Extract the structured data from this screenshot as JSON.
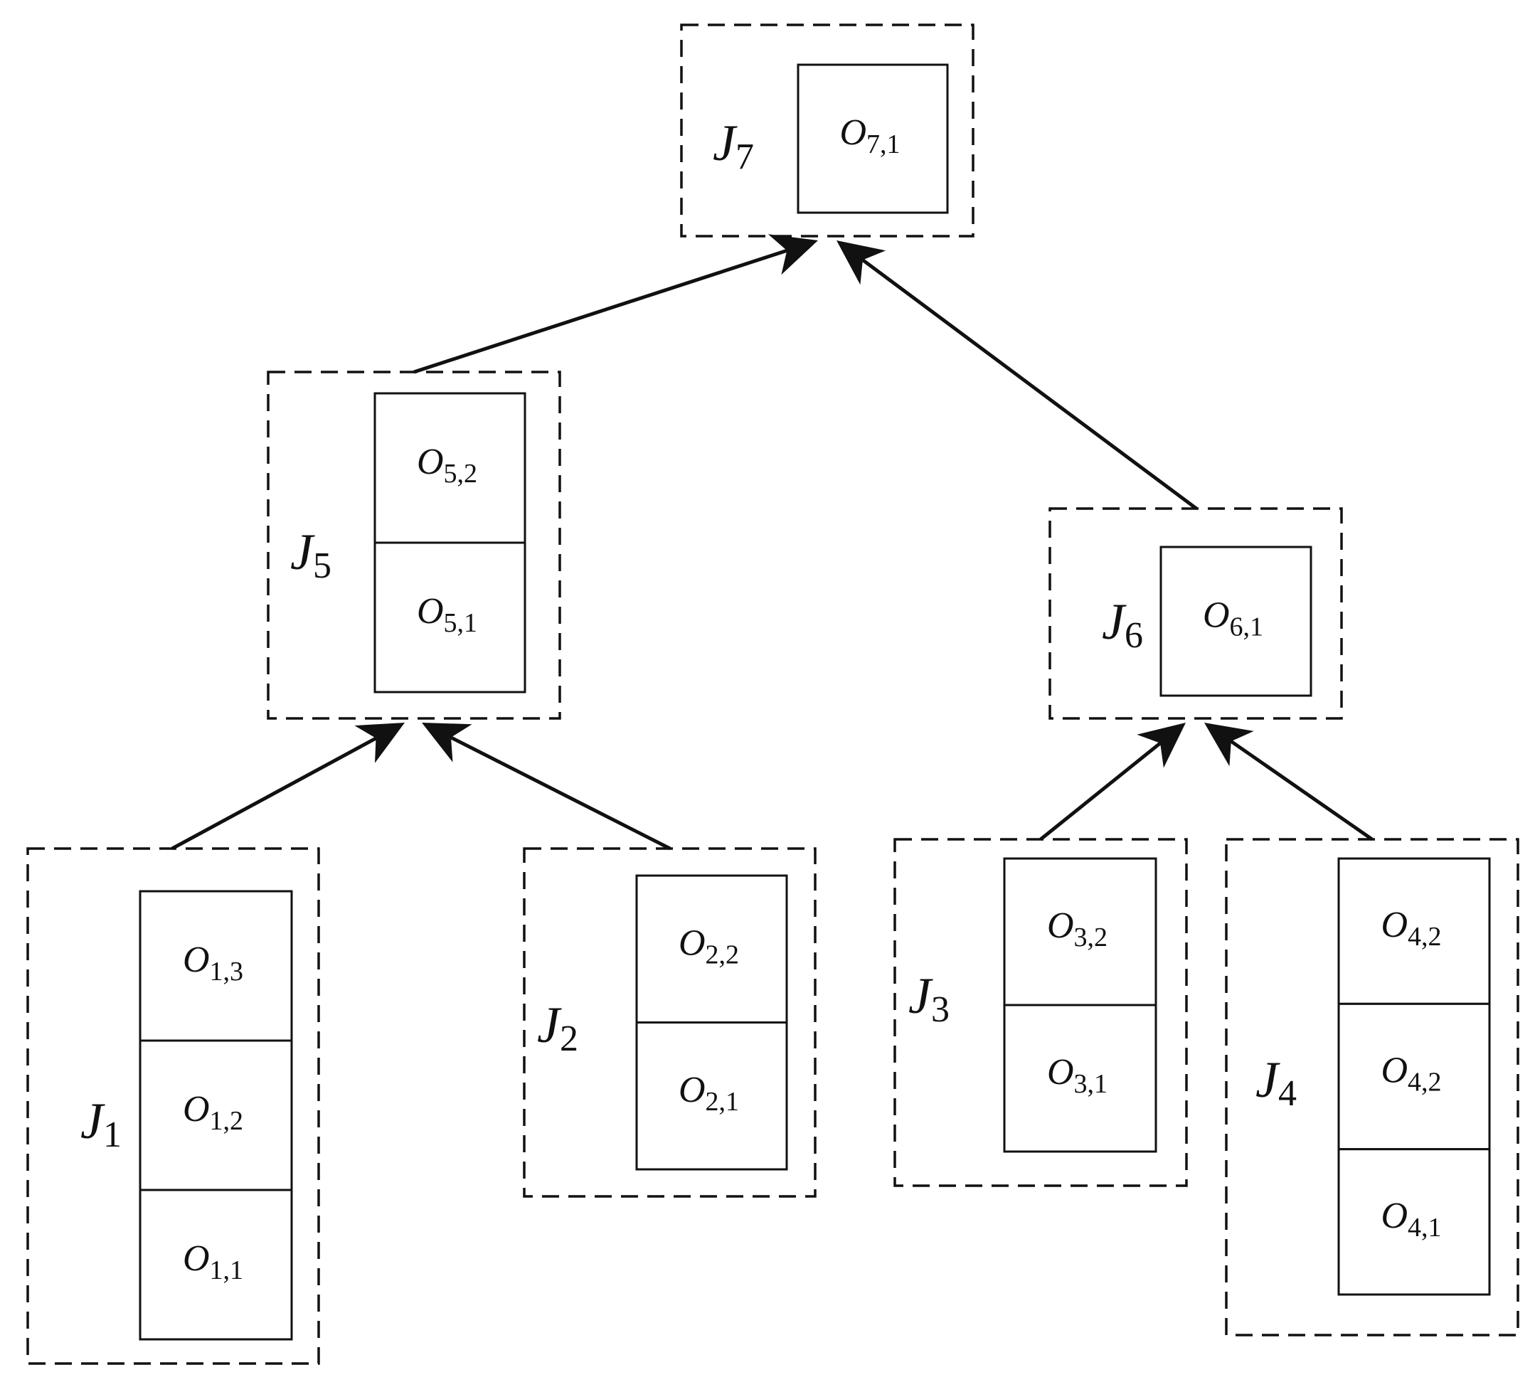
{
  "diagram": {
    "jobs": [
      {
        "id": "J7",
        "letter": "J",
        "sub": "7",
        "ops": [
          {
            "letter": "O",
            "sub": "7,1"
          }
        ]
      },
      {
        "id": "J5",
        "letter": "J",
        "sub": "5",
        "ops": [
          {
            "letter": "O",
            "sub": "5,2"
          },
          {
            "letter": "O",
            "sub": "5,1"
          }
        ]
      },
      {
        "id": "J6",
        "letter": "J",
        "sub": "6",
        "ops": [
          {
            "letter": "O",
            "sub": "6,1"
          }
        ]
      },
      {
        "id": "J1",
        "letter": "J",
        "sub": "1",
        "ops": [
          {
            "letter": "O",
            "sub": "1,3"
          },
          {
            "letter": "O",
            "sub": "1,2"
          },
          {
            "letter": "O",
            "sub": "1,1"
          }
        ]
      },
      {
        "id": "J2",
        "letter": "J",
        "sub": "2",
        "ops": [
          {
            "letter": "O",
            "sub": "2,2"
          },
          {
            "letter": "O",
            "sub": "2,1"
          }
        ]
      },
      {
        "id": "J3",
        "letter": "J",
        "sub": "3",
        "ops": [
          {
            "letter": "O",
            "sub": "3,2"
          },
          {
            "letter": "O",
            "sub": "3,1"
          }
        ]
      },
      {
        "id": "J4",
        "letter": "J",
        "sub": "4",
        "ops": [
          {
            "letter": "O",
            "sub": "4,2"
          },
          {
            "letter": "O",
            "sub": "4,2"
          },
          {
            "letter": "O",
            "sub": "4,1"
          }
        ]
      }
    ],
    "edges": [
      {
        "from": "J5",
        "to": "J7"
      },
      {
        "from": "J6",
        "to": "J7"
      },
      {
        "from": "J1",
        "to": "J5"
      },
      {
        "from": "J2",
        "to": "J5"
      },
      {
        "from": "J3",
        "to": "J6"
      },
      {
        "from": "J4",
        "to": "J6"
      }
    ]
  }
}
